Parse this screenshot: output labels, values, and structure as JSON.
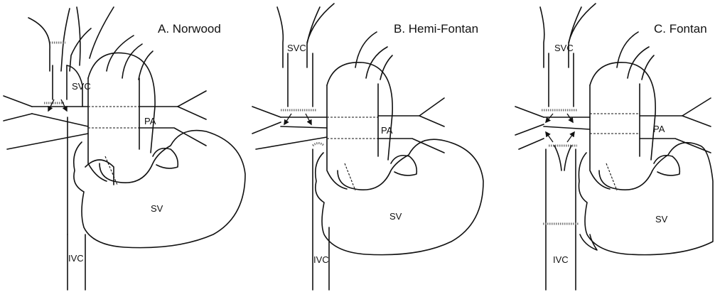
{
  "panels": [
    {
      "title": "A. Norwood",
      "labels": {
        "svc": "SVC",
        "pa": "PA",
        "sv": "SV",
        "ivc": "IVC"
      }
    },
    {
      "title": "B. Hemi-Fontan",
      "labels": {
        "svc": "SVC",
        "pa": "PA",
        "sv": "SV",
        "ivc": "IVC"
      }
    },
    {
      "title": "C. Fontan",
      "labels": {
        "svc": "SVC",
        "pa": "PA",
        "sv": "SV",
        "ivc": "IVC"
      }
    }
  ]
}
